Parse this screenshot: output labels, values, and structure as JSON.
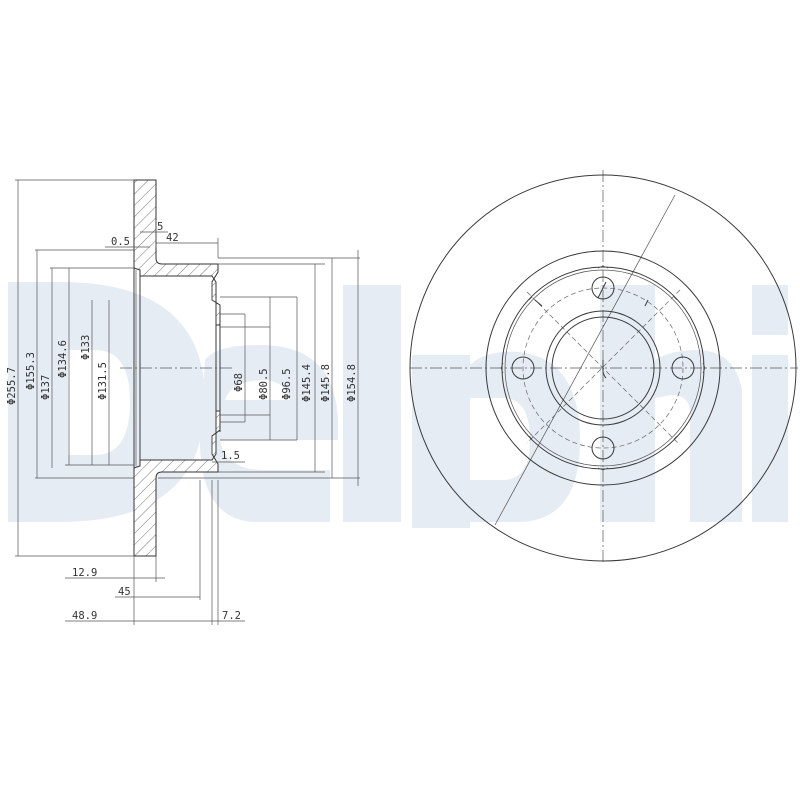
{
  "watermark": {
    "text": "Delphi",
    "color": "#e6ecf4"
  },
  "side_view": {
    "title": "Brake disc cross-section",
    "vertical_diameters": [
      {
        "id": "d255_7",
        "label": "Φ255.7"
      },
      {
        "id": "d155_3",
        "label": "Φ155.3"
      },
      {
        "id": "d137",
        "label": "Φ137"
      },
      {
        "id": "d134_6",
        "label": "Φ134.6"
      },
      {
        "id": "d133",
        "label": "Φ133"
      },
      {
        "id": "d131_5",
        "label": "Φ131.5"
      },
      {
        "id": "d68",
        "label": "Φ68"
      },
      {
        "id": "d80_5",
        "label": "Φ80.5"
      },
      {
        "id": "d96_5",
        "label": "Φ96.5"
      },
      {
        "id": "d145_4",
        "label": "Φ145.4"
      },
      {
        "id": "d145_8",
        "label": "Φ145.8"
      },
      {
        "id": "d154_8",
        "label": "Φ154.8"
      }
    ],
    "horizontal_dimensions": [
      {
        "id": "h0_5",
        "label": "0.5"
      },
      {
        "id": "h5",
        "label": "5"
      },
      {
        "id": "h42",
        "label": "42"
      },
      {
        "id": "h1_5",
        "label": "1.5"
      },
      {
        "id": "h12_9",
        "label": "12.9"
      },
      {
        "id": "h45",
        "label": "45"
      },
      {
        "id": "h48_9",
        "label": "48.9"
      },
      {
        "id": "h7_2",
        "label": "7.2"
      }
    ]
  },
  "front_view": {
    "title": "Brake disc front view",
    "bolt_holes": 4
  },
  "colors": {
    "line": "#3a3a3a",
    "background": "#ffffff",
    "watermark": "#e6ecf4"
  }
}
